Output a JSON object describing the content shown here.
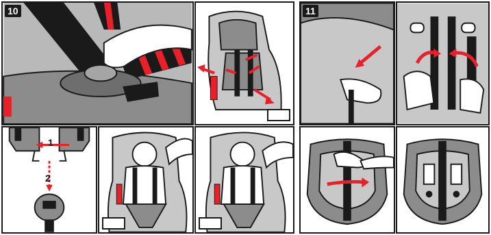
{
  "steps": {
    "step_10": "10",
    "step_11": "11"
  },
  "callouts": {
    "one": "1",
    "two": "2"
  },
  "colors": {
    "accent": "#e8202a",
    "ink": "#1a1a1a",
    "seat_gray": "#8c8c8c",
    "seat_light": "#c8c8c8"
  },
  "icons": {
    "vehicle": "car-icon",
    "arrows": "red-arrow-icon"
  }
}
